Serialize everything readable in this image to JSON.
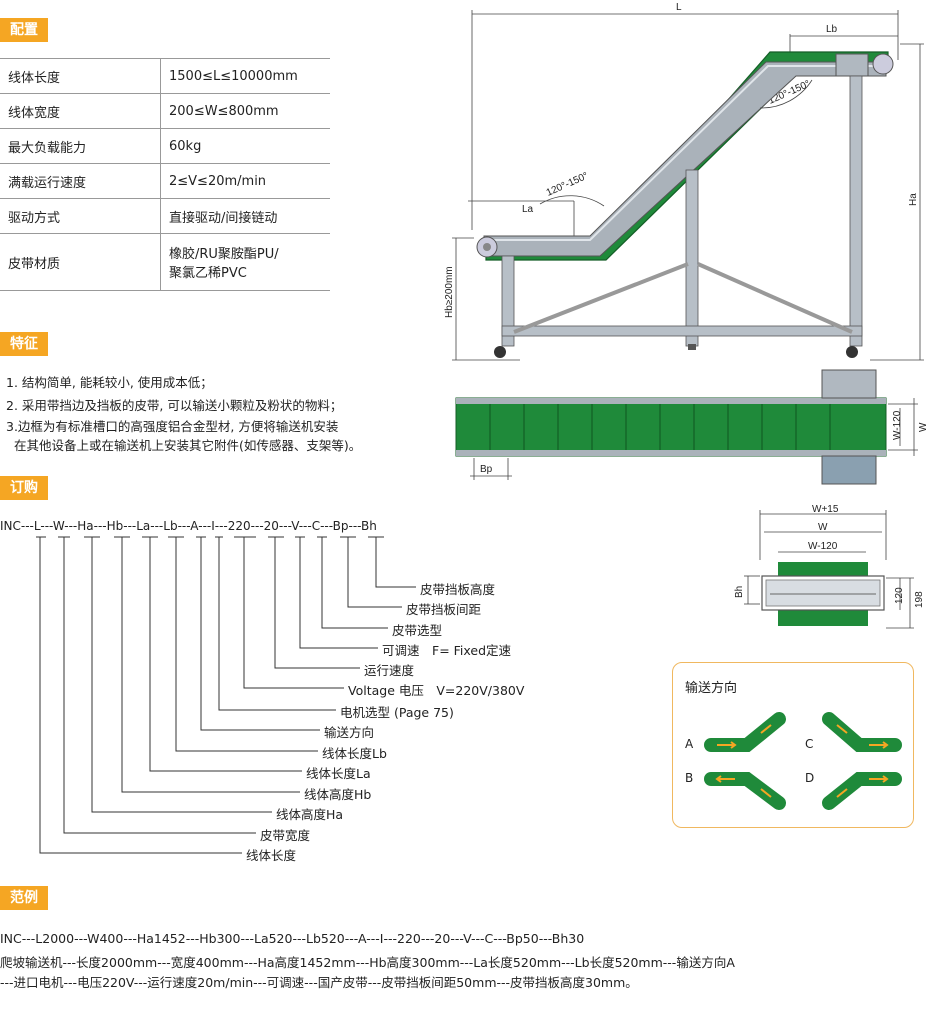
{
  "sections": {
    "config": "配置",
    "features": "特征",
    "order": "订购",
    "example": "范例"
  },
  "spec_rows": [
    {
      "k": "线体长度",
      "v": "1500≤L≤10000mm"
    },
    {
      "k": "线体宽度",
      "v": "200≤W≤800mm"
    },
    {
      "k": "最大负载能力",
      "v": "60kg"
    },
    {
      "k": "满载运行速度",
      "v": "2≤V≤20m/min"
    },
    {
      "k": "驱动方式",
      "v": "直接驱动/间接链动"
    },
    {
      "k": "皮带材质",
      "v": "橡胶/RU聚胺酯PU/",
      "v2": "聚氯乙稀PVC"
    }
  ],
  "features": [
    "1. 结构简单, 能耗较小, 使用成本低；",
    "2. 采用带挡边及挡板的皮带, 可以输送小颗粒及粉状的物料；",
    "3.边框为有标准槽口的高强度铝合金型材, 方便将输送机安装",
    "  在其他设备上或在输送机上安装其它附件(如传感器、支架等)。"
  ],
  "order_code": "INC---L---W---Ha---Hb---La---Lb---A---I---220---20---V---C---Bp---Bh",
  "order_legend": [
    "皮带挡板高度",
    "皮带挡板间距",
    "皮带选型",
    "可调速　F= Fixed定速",
    "运行速度",
    "Voltage 电压　V=220V/380V",
    "电机选型 (Page 75)",
    "输送方向",
    "线体长度Lb",
    "线体长度La",
    "线体高度Hb",
    "线体高度Ha",
    "皮带宽度",
    "线体长度"
  ],
  "example_lines": [
    "INC---L2000---W400---Ha1452---Hb300---La520---Lb520---A---I---220---20---V---C---Bp50---Bh30",
    "爬坡输送机---长度2000mm---宽度400mm---Ha高度1452mm---Hb高度300mm---La长度520mm---Lb长度520mm---输送方向A",
    "---进口电机---电压220V---运行速度20m/min---可调速---国产皮带---皮带挡板间距50mm---皮带挡板高度30mm。"
  ],
  "direction": {
    "title": "输送方向",
    "labels": [
      "A",
      "B",
      "C",
      "D"
    ]
  },
  "dims": {
    "L": "L",
    "Lb": "Lb",
    "La": "La",
    "Ha": "Ha",
    "Hb": "Hb≥200mm",
    "angle1": "120°-150°",
    "angle2": "120°-150°",
    "W120": "W-120",
    "W": "W",
    "Bp": "Bp",
    "W15": "W+15",
    "Bh": "Bh",
    "d120": "120",
    "d198": "198"
  },
  "colors": {
    "accent": "#f5a623",
    "belt": "#1f8a3a",
    "frame": "#9aa3ab"
  }
}
